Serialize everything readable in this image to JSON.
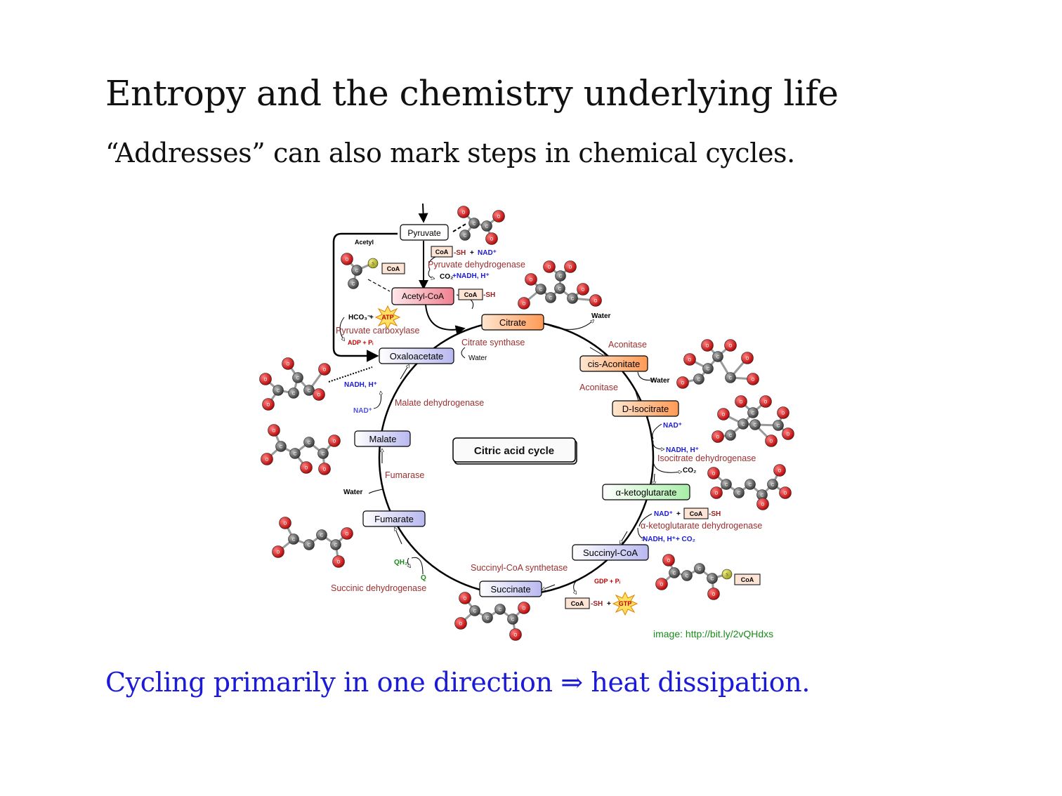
{
  "slide": {
    "title": "Entropy and the chemistry underlying life",
    "subtitle": "“Addresses” can also mark steps in chemical cycles.",
    "footer": "Cycling primarily in one direction ⇒ heat dissipation."
  },
  "diagram": {
    "center_label": "Citric acid cycle",
    "credit": "image:  http://bit.ly/2vQHdxs",
    "colors": {
      "enzyme": "#9b2f2f",
      "nad": "#1a1ad8",
      "cofactor": "#c00000",
      "q": "#1a8a1a",
      "credit": "#1a8a1a"
    },
    "molecules": {
      "pyruvate": "Pyruvate",
      "acetyl_coa": "Acetyl-CoA",
      "citrate": "Citrate",
      "cis_aconitate": "cis-Aconitate",
      "d_isocitrate": "D-Isocitrate",
      "alpha_kg": "α-ketoglutarate",
      "succinyl_coa": "Succinyl-CoA",
      "succinate": "Succinate",
      "fumarate": "Fumarate",
      "malate": "Malate",
      "oxaloacetate": "Oxaloacetate"
    },
    "enzymes": {
      "pyruvate_dh": "Pyruvate dehydrogenase",
      "citrate_synthase": "Citrate synthase",
      "aconitase_1": "Aconitase",
      "aconitase_2": "Aconitase",
      "isocitrate_dh": "Isocitrate dehydrogenase",
      "akg_dh": "α-ketoglutarate dehydrogenase",
      "succinyl_coa_synthetase": "Succinyl-CoA synthetase",
      "succinic_dh": "Succinic dehydrogenase",
      "fumarase": "Fumarase",
      "malate_dh": "Malate dehydrogenase",
      "pyruvate_carboxylase": "Pyruvate carboxylase"
    },
    "cofactors": {
      "acetyl": "Acetyl",
      "coa": "CoA",
      "sh": "-SH",
      "plus": "+",
      "nad_plus": "NAD⁺",
      "co2": "CO₂",
      "nadh_h": "NADH, H⁺",
      "co2_nadh": "+NADH, H⁺",
      "water": "Water",
      "hco3": "HCO₃⁻",
      "atp": "ATP",
      "adp_pi": "ADP + Pᵢ",
      "gdp_pi": "GDP + Pᵢ",
      "gtp": "GTP",
      "qh2": "QH₂",
      "q": "Q",
      "nadh_h_co2": "NADH, H⁺+ CO₂",
      "s": "S"
    },
    "atoms": {
      "o": "O",
      "c": "C"
    }
  }
}
